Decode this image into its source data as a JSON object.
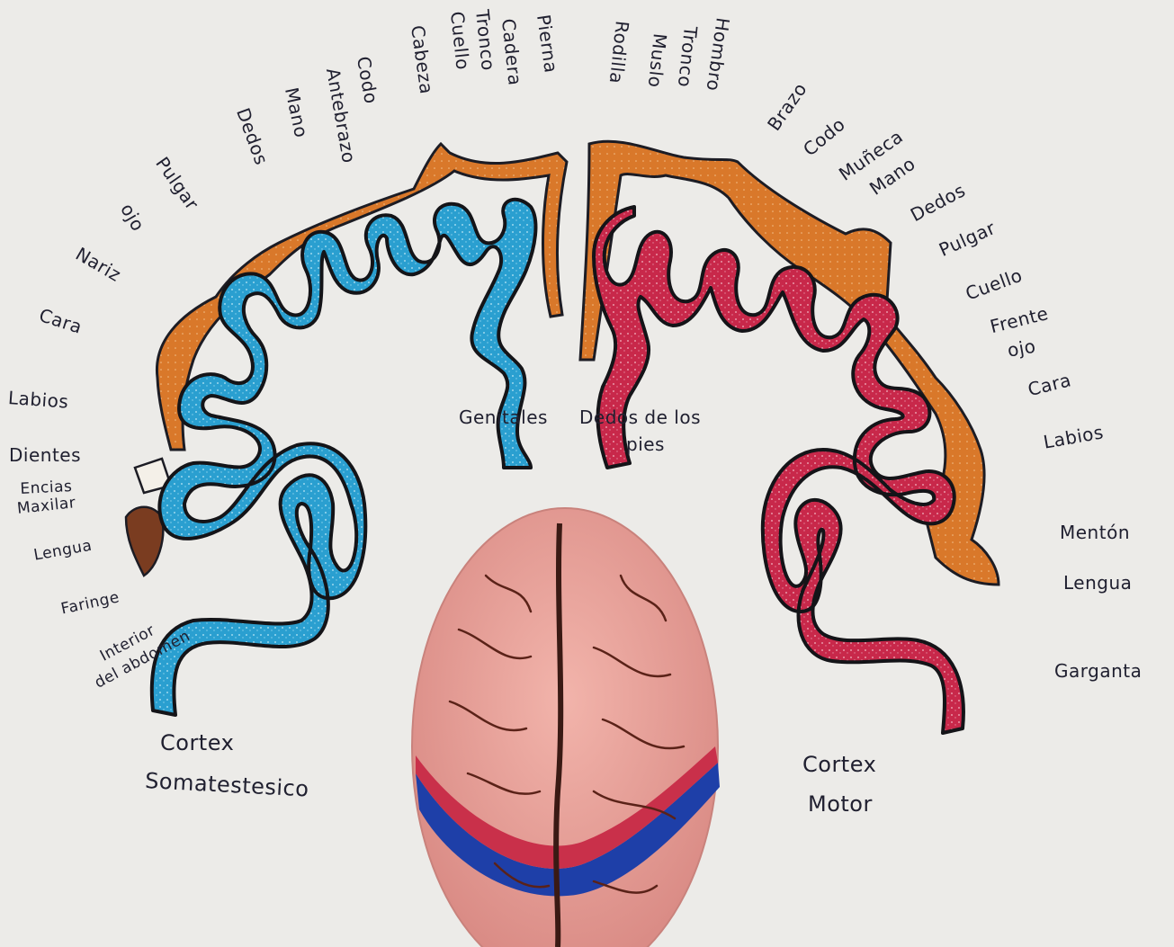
{
  "sensory": {
    "title_line1": "Cortex",
    "title_line2": "Somatestesico",
    "labels": {
      "pierna": "Pierna",
      "cadera": "Cadera",
      "tronco": "Tronco",
      "cuello": "Cuello",
      "cabeza": "Cabeza",
      "codo": "Codo",
      "antebrazo": "Antebrazo",
      "mano": "Mano",
      "dedos": "Dedos",
      "pulgar": "Pulgar",
      "ojo": "ojo",
      "nariz": "Nariz",
      "cara": "Cara",
      "labios": "Labios",
      "dientes": "Dientes",
      "encias": "Encias",
      "maxilar": "Maxilar",
      "lengua": "Lengua",
      "faringe": "Faringe",
      "abdomen1": "Interior",
      "abdomen2": "del abdomen",
      "genitales": "Genitales"
    },
    "color": "#2a9fd0"
  },
  "motor": {
    "title_line1": "Cortex",
    "title_line2": "Motor",
    "labels": {
      "rodilla": "Rodilla",
      "muslo": "Muslo",
      "tronco": "Tronco",
      "hombro": "Hombro",
      "brazo": "Brazo",
      "codo": "Codo",
      "muneca": "Muñeca",
      "mano": "Mano",
      "dedos": "Dedos",
      "pulgar": "Pulgar",
      "cuello": "Cuello",
      "frente": "Frente",
      "ojo": "ojo",
      "cara": "Cara",
      "labios": "Labios",
      "menton": "Mentón",
      "lengua": "Lengua",
      "garganta": "Garganta",
      "pies1": "Dedos de los",
      "pies2": "pies"
    },
    "color": "#c8284a"
  },
  "colors": {
    "paper": "#ecebe8",
    "homunculus": "#d9782a",
    "brain": "#e59a94",
    "blue_band": "#1e3fa8",
    "red_band": "#c9304a"
  }
}
